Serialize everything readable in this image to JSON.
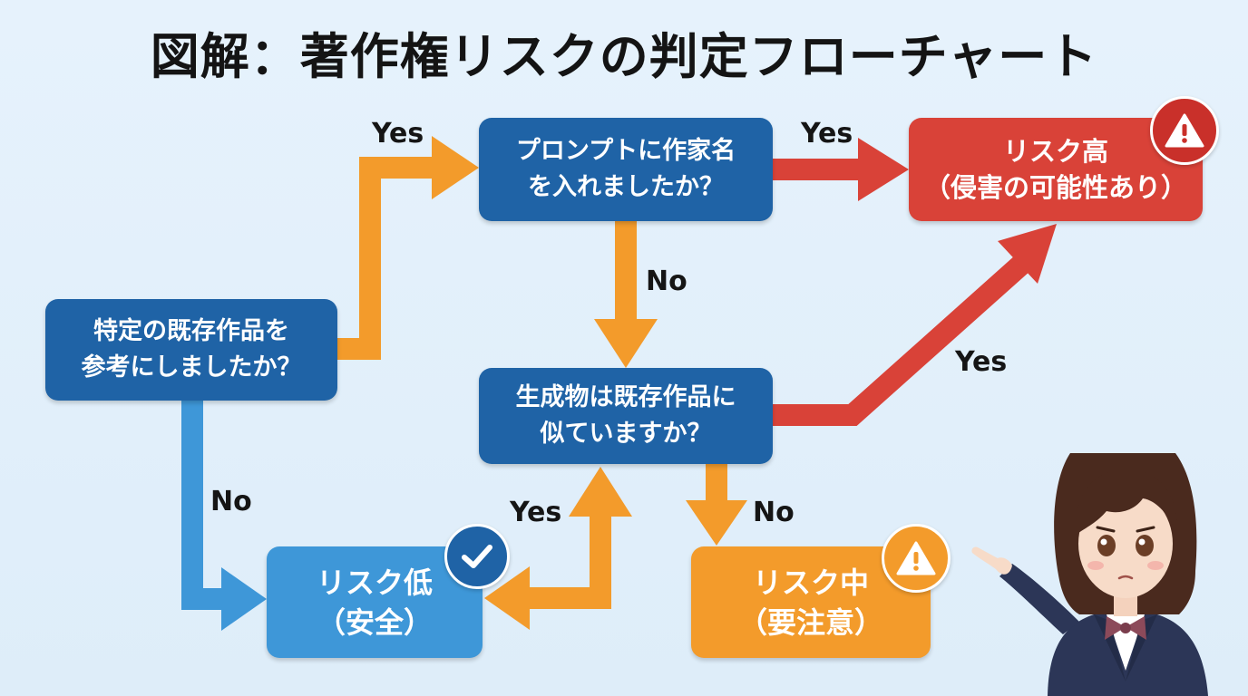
{
  "title": "図解：著作権リスクの判定フローチャート",
  "nodes": {
    "q1": "特定の既存作品を\n参考にしましたか？",
    "q2": "プロンプトに作家名\nを入れましたか？",
    "q3": "生成物は既存作品に\n似ていますか？",
    "high": "リスク高\n（侵害の可能性あり）",
    "mid": "リスク中\n（要注意）",
    "low": "リスク低\n（安全）"
  },
  "edges": {
    "q1_yes": "Yes",
    "q1_no": "No",
    "q2_yes": "Yes",
    "q2_no": "No",
    "q3_yes": "Yes",
    "q3_no": "No",
    "low_yes": "Yes"
  },
  "colors": {
    "question": "#1f63a6",
    "high": "#d94238",
    "mid": "#f39b2b",
    "low": "#3e97d8",
    "arrow_orange": "#f39b2b",
    "arrow_red": "#d94238",
    "arrow_blue": "#3e97d8"
  },
  "icons": {
    "high": "warning-icon",
    "mid": "warning-icon",
    "low": "check-icon"
  }
}
